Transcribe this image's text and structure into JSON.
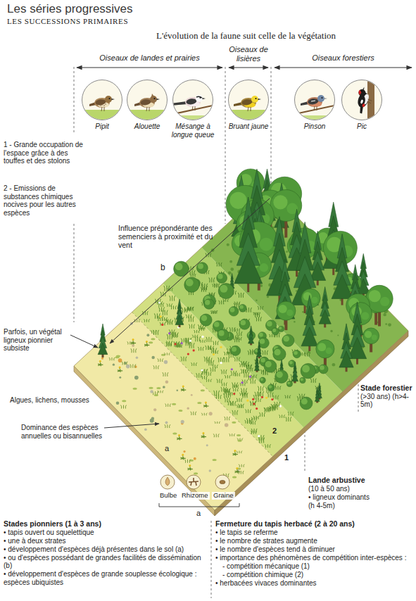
{
  "diagram": {
    "title": "Les séries progressives",
    "nodes": [
      {
        "text": [
          "Pipit"
        ]
      },
      {
        "text": [
          "Alouette"
        ]
      },
      {
        "text": [
          "Mésange à longue queue"
        ]
      },
      {
        "text": [
          "Bruant jaune"
        ]
      },
      {
        "text": [
          "Pinson"
        ]
      },
      {
        "text": [
          "Pic"
        ]
      }
    ],
    "labels": [
      "LES SUCCESSIONS PRIMAIRES",
      "L'évolution de la faune suit celle de la végétation",
      "Oiseaux de landes et prairies",
      "Oiseaux de lisières",
      "Oiseaux forestiers",
      "1 - Grande occupation de l'espace grâce à des touffes et des stolons",
      "2 - Emissions de substances chimiques nocives pour les autres espèces",
      "Influence prépondérante des semenciers à proximité et du vent",
      "b",
      "Parfois, un végétal ligneux pionnier subsiste",
      "Algues, lichens, mousses",
      "Dominance des espèces annuelles ou bisannuelles",
      "a",
      "Bulbe",
      "Rhizome",
      "Graine",
      "a",
      "2",
      "1",
      "Stades pionniers (1 à 3 ans)",
      "• tapis ouvert ou squelettique",
      "• une à deux strates",
      "• développement d'espèces déjà présentes dans le sol (a)",
      "• ou d'espèces possédant de grandes facilités de dissémination (b)",
      "• développement d'espèces de grande souplesse écologique : espèces ubiquistes",
      "Fermeture du tapis herbacé (2 à 20 ans)",
      "• le tapis se referme",
      "• le nombre de strates augmente",
      "• le nombre d'espèces tend à diminuer",
      "• importance des phénomènes de compétition inter-espèces :",
      "- compétition mécanique (1)",
      "- compétition chimique (2)",
      "• herbacées vivaces dominantes",
      "Lande arbustive",
      "(10 à 50 ans)",
      "• ligneux dominants",
      "(h 4-5m)",
      "Stade forestier",
      "(>30 ans) (h>4-5m)"
    ]
  }
}
